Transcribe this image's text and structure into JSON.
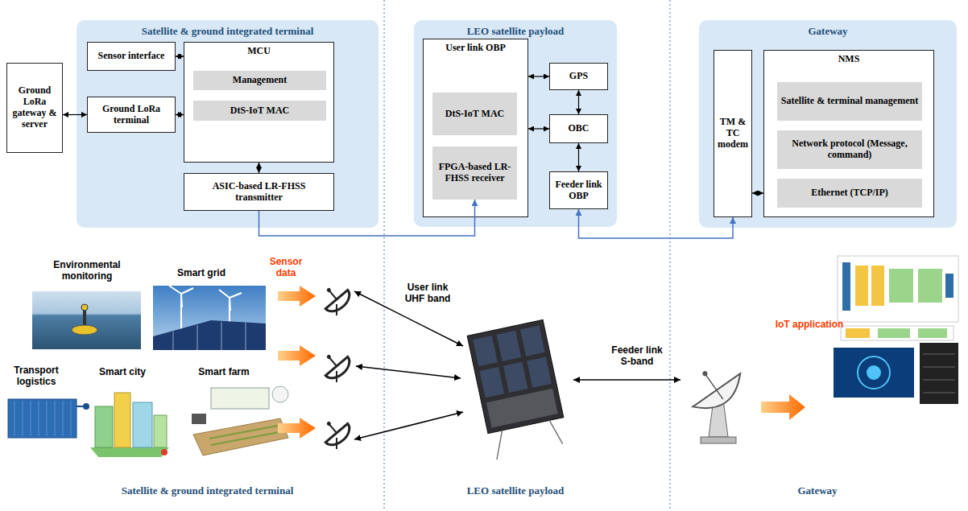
{
  "diagram": {
    "nodes": [
      {
        "text": [
          "Ground LoRa gateway & server"
        ]
      },
      {
        "text": [
          "Satellite & ground integrated terminal"
        ]
      },
      {
        "text": [
          "Sensor interface"
        ],
        "in": 1
      },
      {
        "text": [
          "Ground LoRa terminal"
        ],
        "in": 1
      },
      {
        "text": [
          "MCU"
        ],
        "in": 1
      },
      {
        "text": [
          "Management"
        ],
        "in": 4
      },
      {
        "text": [
          "DtS-IoT MAC"
        ],
        "in": 4
      },
      {
        "text": [
          "ASIC-based LR-FHSS transmitter"
        ],
        "in": 1
      },
      {
        "text": [
          "LEO satellite payload"
        ]
      },
      {
        "text": [
          "User link OBP"
        ],
        "in": 8
      },
      {
        "text": [
          "DtS-IoT MAC"
        ],
        "in": 9
      },
      {
        "text": [
          "FPGA-based LR-FHSS receiver"
        ],
        "in": 9
      },
      {
        "text": [
          "GPS"
        ],
        "in": 8
      },
      {
        "text": [
          "OBC"
        ],
        "in": 8
      },
      {
        "text": [
          "Feeder link OBP"
        ],
        "in": 8
      },
      {
        "text": [
          "Gateway"
        ]
      },
      {
        "text": [
          "TM & TC modem"
        ],
        "in": 15
      },
      {
        "text": [
          "NMS"
        ],
        "in": 15
      },
      {
        "text": [
          "Satellite & terminal management"
        ],
        "in": 17
      },
      {
        "text": [
          "Network protocol (Message, command)"
        ],
        "in": 17
      },
      {
        "text": [
          "Ethernet (TCP/IP)"
        ],
        "in": 17
      }
    ],
    "edges": [
      {
        "from": 0,
        "to": 3,
        "arrow": "both"
      },
      {
        "from": 2,
        "to": 4,
        "arrow": "both"
      },
      {
        "from": 3,
        "to": 4,
        "arrow": "both"
      },
      {
        "from": 4,
        "to": 7,
        "arrow": "both"
      },
      {
        "from": 9,
        "to": 12,
        "arrow": "both"
      },
      {
        "from": 9,
        "to": 13,
        "arrow": "both"
      },
      {
        "from": 12,
        "to": 13,
        "arrow": "both"
      },
      {
        "from": 13,
        "to": 14,
        "arrow": "both"
      },
      {
        "from": 16,
        "to": 17,
        "arrow": "both"
      },
      {
        "from": 7,
        "to": 11,
        "arrow": "to"
      },
      {
        "from": 14,
        "to": 16,
        "arrow": "both"
      }
    ],
    "labels": [
      "Environmental monitoring",
      "Smart grid",
      "Sensor data",
      "User link UHF band",
      "Transport logistics",
      "Smart city",
      "Smart farm",
      "Feeder link S-band",
      "IoT application",
      "Satellite & ground integrated terminal",
      "LEO satellite payload",
      "Gateway"
    ]
  }
}
